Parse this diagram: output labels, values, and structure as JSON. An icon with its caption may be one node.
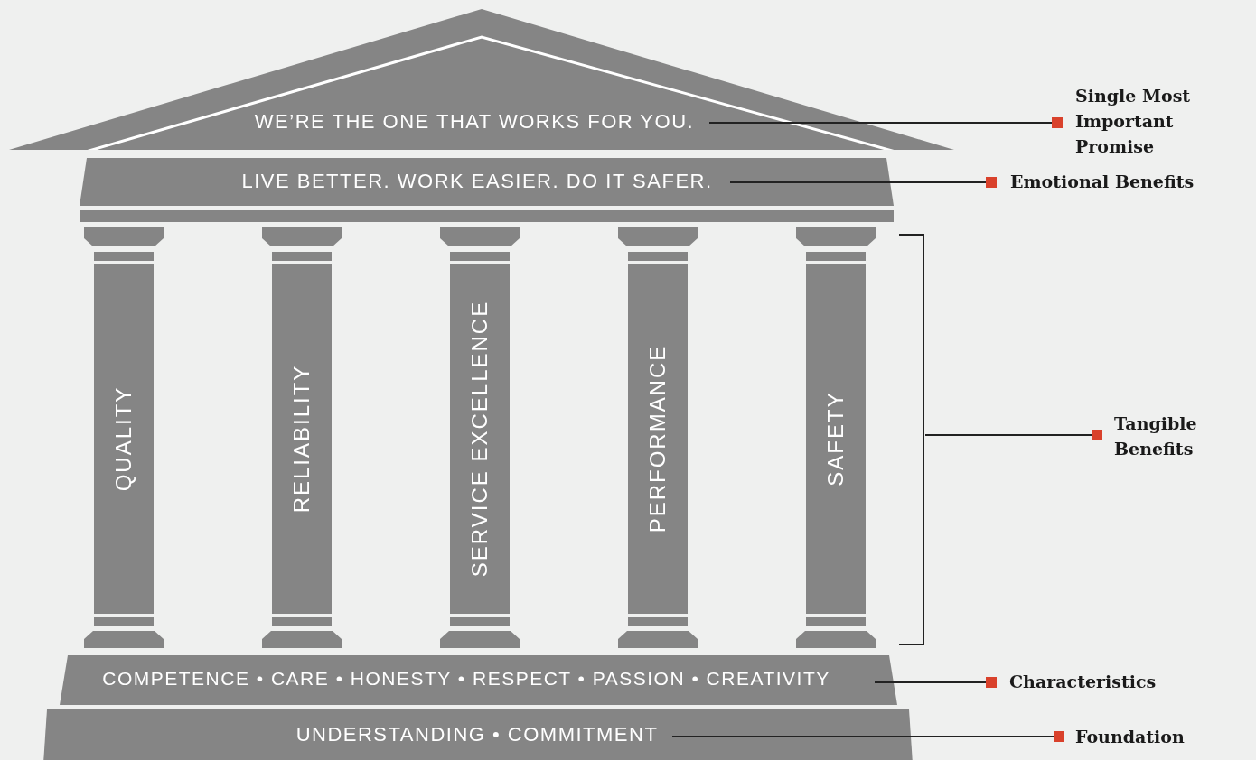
{
  "diagram": {
    "nodes": [
      {
        "text": [
          "WE’RE THE ONE THAT WORKS FOR YOU."
        ]
      },
      {
        "text": [
          "LIVE BETTER. WORK EASIER. DO IT SAFER."
        ]
      },
      {
        "text": [
          "QUALITY"
        ]
      },
      {
        "text": [
          "RELIABILITY"
        ]
      },
      {
        "text": [
          "SERVICE EXCELLENCE"
        ]
      },
      {
        "text": [
          "PERFORMANCE"
        ]
      },
      {
        "text": [
          "SAFETY"
        ]
      },
      {
        "text": [
          "COMPETENCE • CARE • HONESTY • RESPECT • PASSION • CREATIVITY"
        ]
      },
      {
        "text": [
          "UNDERSTANDING • COMMITMENT"
        ]
      },
      {
        "text": [
          "Single Most Important Promise"
        ]
      },
      {
        "text": [
          "Emotional Benefits"
        ]
      },
      {
        "text": [
          "Tangible Benefits"
        ]
      },
      {
        "text": [
          "Characteristics"
        ]
      },
      {
        "text": [
          "Foundation"
        ]
      },
      {
        "text": [],
        "shape": "bracket"
      }
    ],
    "edges": [
      {
        "from": 9,
        "to": 0,
        "arrow": "other"
      },
      {
        "from": 10,
        "to": 1,
        "arrow": "other"
      },
      {
        "from": 11,
        "to": 14,
        "arrow": "other"
      },
      {
        "from": 12,
        "to": 7,
        "arrow": "other"
      },
      {
        "from": 13,
        "to": 8,
        "arrow": "other"
      }
    ]
  }
}
